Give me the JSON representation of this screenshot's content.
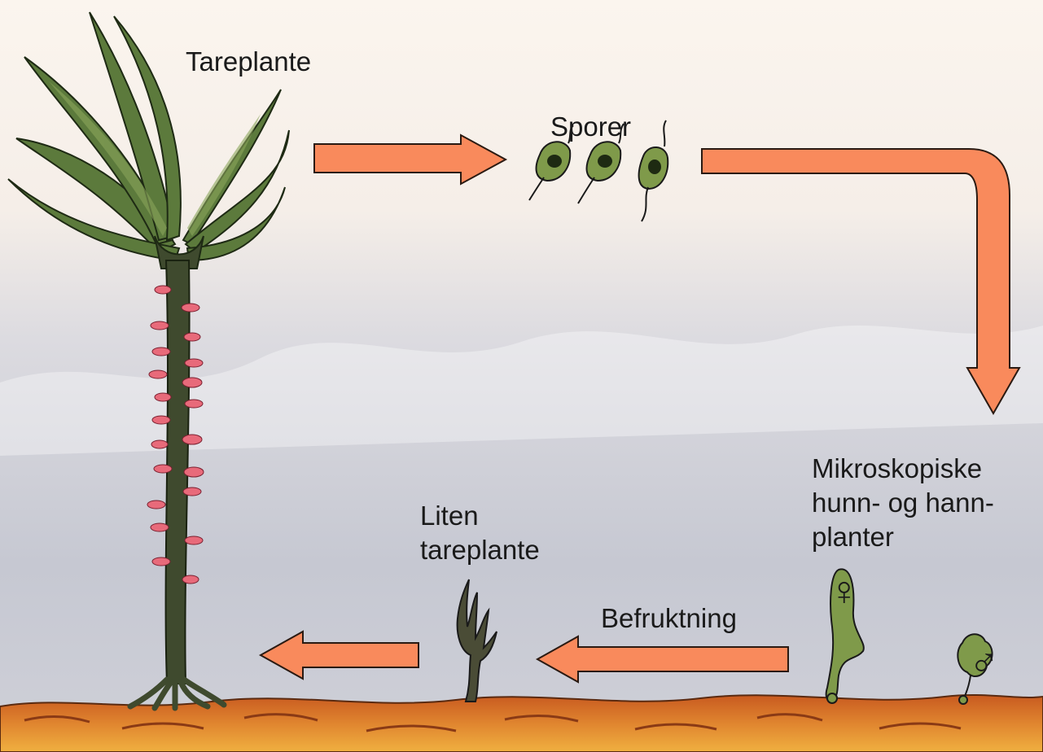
{
  "diagram": {
    "labels": {
      "kelp_plant": "Tareplante",
      "spores": "Sporer",
      "microscopic_line1": "Mikroskopiske",
      "microscopic_line2": "hunn- og hann-",
      "microscopic_line3": "planter",
      "small_kelp_line1": "Liten",
      "small_kelp_line2": "tareplante",
      "fertilization": "Befruktning"
    },
    "symbols": {
      "female": "♀",
      "male": "♂"
    },
    "colors": {
      "arrow_fill": "#f98a5c",
      "arrow_outline": "#2a1a12",
      "kelp_frond": "#5c7a3c",
      "kelp_stipe": "#3f4a2e",
      "epiphytes": "#e86a7a",
      "seabed": "#d77a30",
      "water": "#c9cbd4"
    }
  }
}
